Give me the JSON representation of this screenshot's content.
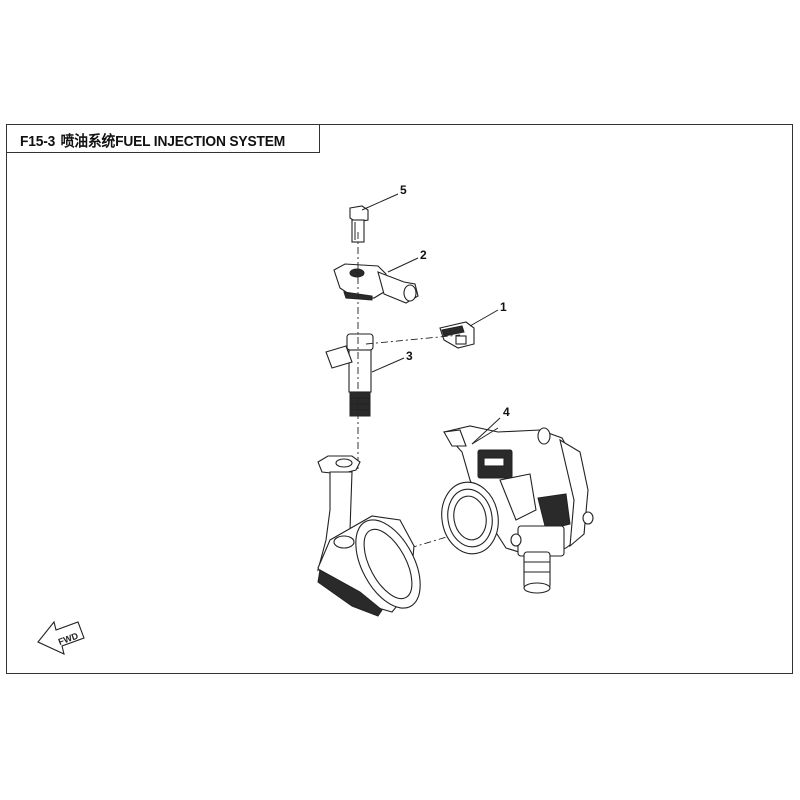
{
  "title": {
    "code": "F15-3",
    "name": "喷油系统FUEL INJECTION SYSTEM"
  },
  "callouts": [
    "1",
    "2",
    "3",
    "4",
    "5"
  ],
  "direction_arrow": {
    "label": "FWD",
    "icon": "fwd-arrow-icon"
  },
  "colors": {
    "line": "#222222",
    "background": "#ffffff"
  }
}
